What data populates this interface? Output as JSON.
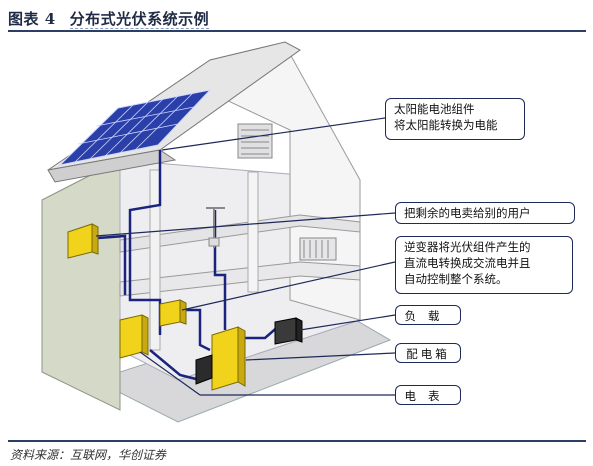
{
  "header": {
    "figure_label": "图表 4",
    "title": "分布式光伏系统示例"
  },
  "callouts": {
    "solar_module_line1": "太阳能电池组件",
    "solar_module_line2": "将太阳能转换为电能",
    "sell_surplus": "把剩余的电卖给别的用户",
    "inverter_line1": "逆变器将光伏组件产生的",
    "inverter_line2": "直流电转换成交流电并且",
    "inverter_line3": "自动控制整个系统。",
    "load": "负载",
    "distribution_box": "配电箱",
    "meter": "电表"
  },
  "footer": {
    "source": "资料来源：互联网，华创证券"
  },
  "colors": {
    "frame": "#2c3e66",
    "wire": "#1a237e",
    "equipment": "#f2d31c",
    "panel": "#2a3fa8",
    "leader": "#1d2a5a"
  }
}
